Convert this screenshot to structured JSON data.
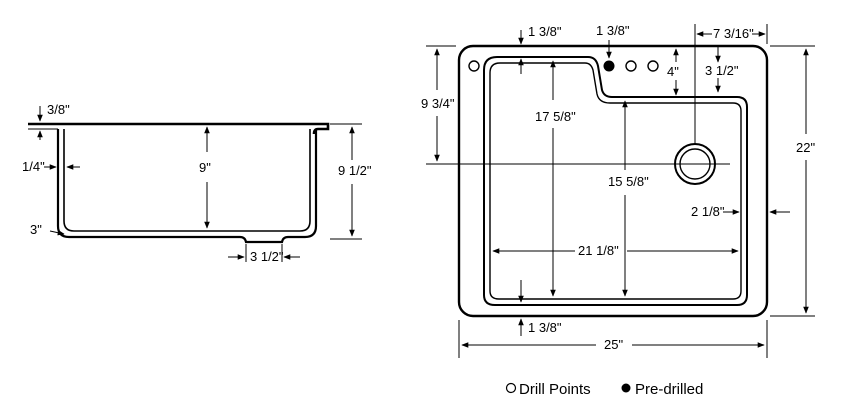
{
  "side_view": {
    "rim_thickness": "3/8\"",
    "wall_thickness": "1/4\"",
    "inner_depth": "9\"",
    "overall_depth": "9 1/2\"",
    "corner_radius": "3\"",
    "drain_recess": "3 1/2\""
  },
  "top_view": {
    "left_rim_offset": "1 3/8\"",
    "faucet_hole_offset": "1 3/8\"",
    "drain_offset_from_right": "7 3/16\"",
    "deck_depth": "4\"",
    "deck_step": "3 1/2\"",
    "hole_centerline_depth": "9 3/4\"",
    "bowl_depth_left": "17 5/8\"",
    "bowl_depth_right": "15 5/8\"",
    "drain_edge_offset": "2 1/8\"",
    "overall_depth": "22\"",
    "bowl_width": "21 1/8\"",
    "bottom_rim_offset": "1 3/8\"",
    "overall_width": "25\""
  },
  "legend": {
    "drill_points_label": "Drill Points",
    "predrilled_label": "Pre-drilled"
  }
}
